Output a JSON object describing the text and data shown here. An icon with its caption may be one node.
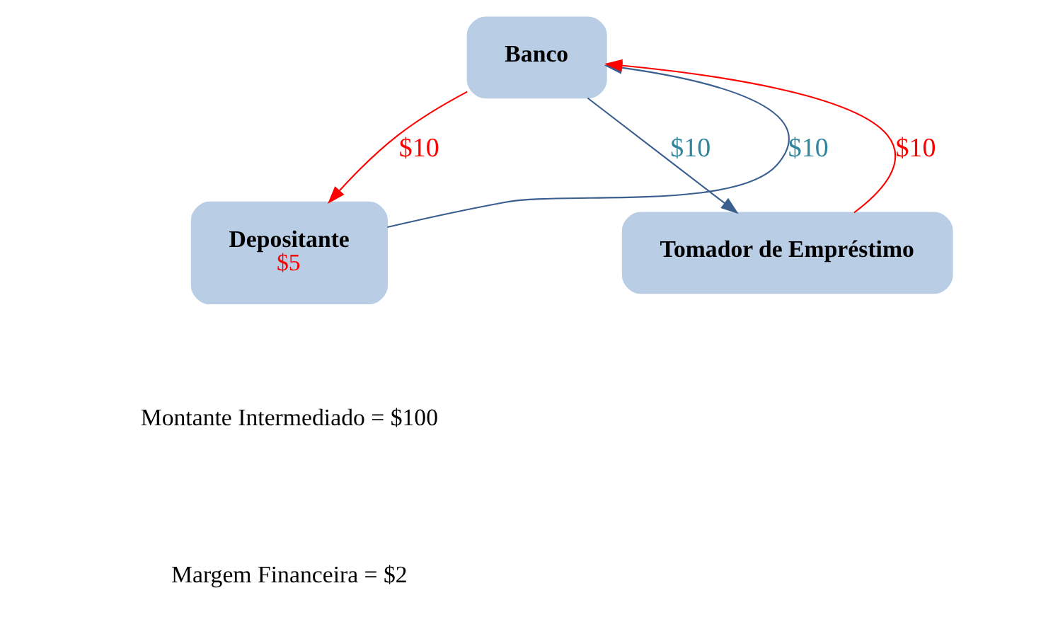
{
  "diagram": {
    "nodes": [
      {
        "text": [
          "Banco"
        ]
      },
      {
        "text": [
          "Depositante",
          "$5"
        ]
      },
      {
        "text": [
          "Tomador de Empréstimo"
        ]
      }
    ],
    "edges": [
      {
        "from": 1,
        "to": 0,
        "arrow": "to",
        "label": "$10",
        "color": "#3a5f8f"
      },
      {
        "from": 0,
        "to": 1,
        "arrow": "to",
        "label": "$10",
        "color": "#ff0000"
      },
      {
        "from": 0,
        "to": 2,
        "arrow": "to",
        "label": "$10",
        "color": "#3a5f8f"
      },
      {
        "from": 2,
        "to": 0,
        "arrow": "to",
        "label": "$10",
        "color": "#ff0000"
      }
    ],
    "labels": [
      "Montante Intermediado = $100",
      "Margem Financeira = $2"
    ]
  }
}
